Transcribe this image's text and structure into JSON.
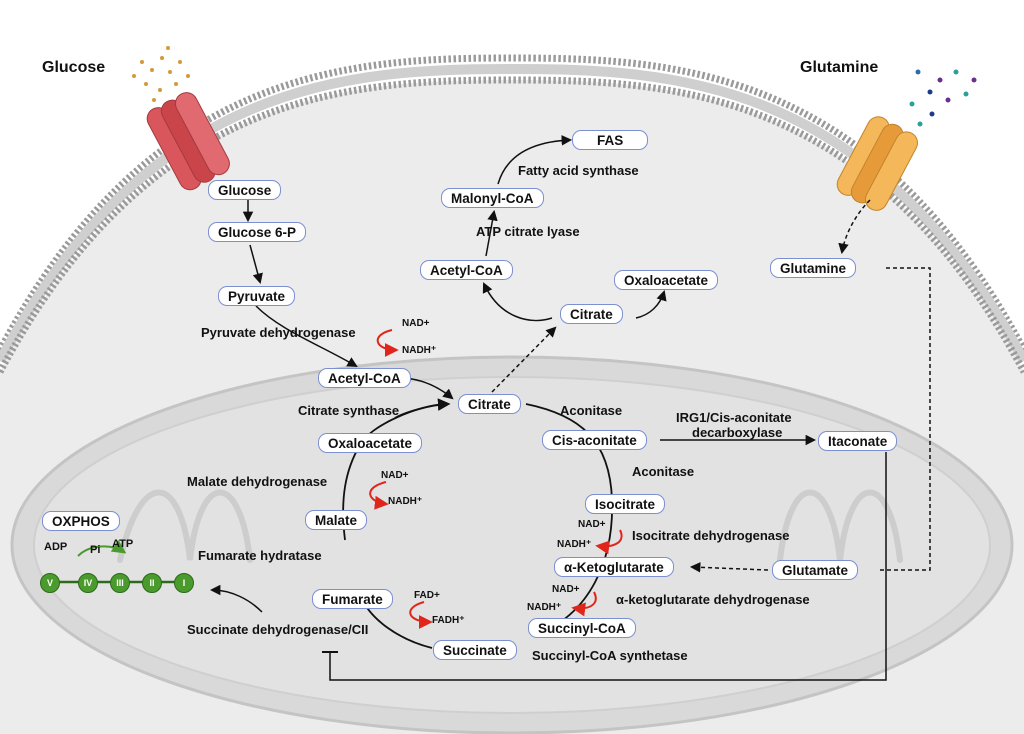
{
  "headings": {
    "glucose": "Glucose",
    "glutamine": "Glutamine",
    "oxphos": "OXPHOS"
  },
  "nodes": {
    "glucose": "Glucose",
    "glucose6p": "Glucose 6-P",
    "pyruvate": "Pyruvate",
    "acetyl_coa_mito": "Acetyl-CoA",
    "citrate_mito": "Citrate",
    "cis_aconitate": "Cis-aconitate",
    "isocitrate": "Isocitrate",
    "a_ketoglutarate": "α-Ketoglutarate",
    "succinyl_coa": "Succinyl-CoA",
    "succinate": "Succinate",
    "fumarate": "Fumarate",
    "malate": "Malate",
    "oxaloacetate_mito": "Oxaloacetate",
    "itaconate": "Itaconate",
    "glutamate": "Glutamate",
    "glutamine": "Glutamine",
    "citrate_cyto": "Citrate",
    "oxaloacetate_cyto": "Oxaloacetate",
    "acetyl_coa_cyto": "Acetyl-CoA",
    "malonyl_coa": "Malonyl-CoA",
    "fas": "FAS"
  },
  "enzymes": {
    "pyruvate_dehydrogenase": "Pyruvate dehydrogenase",
    "citrate_synthase": "Citrate synthase",
    "aconitase_1": "Aconitase",
    "aconitase_2": "Aconitase",
    "irg1_line1": "IRG1/Cis-aconitate",
    "irg1_line2": "decarboxylase",
    "isocitrate_dehydrogenase": "Isocitrate dehydrogenase",
    "akg_dehydrogenase": "α-ketoglutarate dehydrogenase",
    "succinyl_coa_synthetase": "Succinyl-CoA synthetase",
    "succinate_dehydrogenase": "Succinate dehydrogenase/CII",
    "fumarate_hydratase": "Fumarate hydratase",
    "malate_dehydrogenase": "Malate dehydrogenase",
    "atp_citrate_lyase": "ATP citrate lyase",
    "fatty_acid_synthase": "Fatty acid synthase"
  },
  "cofactors": {
    "pdh_in": "NAD+",
    "pdh_out": "NADH⁺",
    "mdh_in": "NAD+",
    "mdh_out": "NADH⁺",
    "idh_in": "NAD+",
    "idh_out": "NADH⁺",
    "akg_in": "NAD+",
    "akg_out": "NADH⁺",
    "sdh_in": "FAD+",
    "sdh_out": "FADH⁺"
  },
  "oxphos": {
    "adp": "ADP",
    "pi": "Pi",
    "atp": "ATP",
    "complexes": [
      "V",
      "IV",
      "III",
      "II",
      "I"
    ]
  },
  "colors": {
    "node_border": "#7b8fd1",
    "cell_fill": "#ececec",
    "membrane_head": "#9a9a9a",
    "mito_fill": "#d9d9d9",
    "cofactor_arrow": "#e0251b",
    "complex_green": "#4a9a2e",
    "glucose_transporter": "#d9575c",
    "glutamine_transporter": "#f0a94a"
  }
}
